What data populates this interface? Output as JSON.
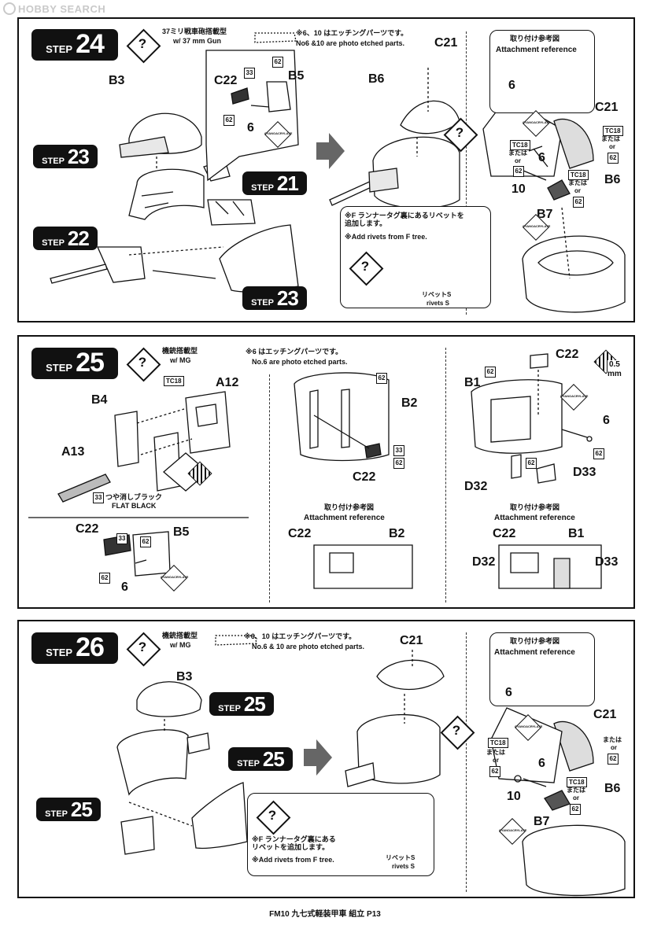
{
  "watermark": "HOBBY SEARCH",
  "footer": "FM10 九七式軽装甲車 組立 P13",
  "step24": {
    "word": "STEP",
    "number": "24",
    "variant_jp": "37ミリ戦車砲搭載型",
    "variant_en": "w/ 37 mm Gun",
    "note_jp": "※6、10 はエッチングパーツです。",
    "note_en": "No6 &10 are photo etched parts.",
    "sub_steps": [
      {
        "word": "STEP",
        "number": "23"
      },
      {
        "word": "STEP",
        "number": "21"
      },
      {
        "word": "STEP",
        "number": "22"
      },
      {
        "word": "STEP",
        "number": "23"
      }
    ],
    "labels": {
      "b3": "B3",
      "c22": "C22",
      "b5": "B5",
      "n6": "6",
      "c21": "C21",
      "b6": "B6",
      "n6b": "6",
      "n10": "10",
      "b7": "B7",
      "c21b": "C21",
      "b6b": "B6",
      "n6c": "6"
    },
    "badges": {
      "n33": "33",
      "n62a": "62",
      "n62b": "62",
      "tc18a": "TC18",
      "tc18b": "TC18",
      "tc18c": "TC18",
      "n62c": "62",
      "n62d": "62",
      "n62e": "62"
    },
    "or_jp": "または",
    "or_en": "or",
    "cyan": "CYANOACRYLATE",
    "rivet_jp": "※F ランナータグ裏にあるリベットを\n追加します。",
    "rivet_en": "※Add rivets from F tree.",
    "rivets_jp": "リベットS",
    "rivets_en": "rivets S",
    "attach_jp": "取り付け参考図",
    "attach_en": "Attachment reference"
  },
  "step25": {
    "word": "STEP",
    "number": "25",
    "variant_jp": "機銃搭載型",
    "variant_en": "w/ MG",
    "note_jp": "※6 はエッチングパーツです。",
    "note_en": "No.6 are photo etched parts.",
    "labels": {
      "b4": "B4",
      "a12": "A12",
      "a13": "A13",
      "c22": "C22",
      "b5": "B5",
      "n6": "6",
      "b2": "B2",
      "c22b": "C22",
      "c22c": "C22",
      "b1": "B1",
      "n6b": "6",
      "d32": "D32",
      "d33": "D33",
      "c22d": "C22",
      "b2b": "B2",
      "c22e": "C22",
      "b1b": "B1",
      "d32b": "D32",
      "d33b": "D33"
    },
    "tc18": "TC18",
    "flat_jp": "つや消しブラック",
    "flat_en": "FLAT BLACK",
    "n33": "33",
    "size": "0.5",
    "size_unit": "mm",
    "badges": {
      "n33a": "33",
      "n62a": "62",
      "n33b": "33",
      "n62b": "62",
      "n62c": "62",
      "n62d": "62",
      "n62e": "62",
      "n62f": "62",
      "n62g": "62"
    },
    "attach_jp": "取り付け参考図",
    "attach_en": "Attachment reference",
    "cyan": "CYANOACRYLATE"
  },
  "step26": {
    "word": "STEP",
    "number": "26",
    "variant_jp": "機銃搭載型",
    "variant_en": "w/ MG",
    "note_jp": "※6、10 はエッチングパーツです。",
    "note_en": "No.6 & 10 are photo etched parts.",
    "sub_steps": [
      {
        "word": "STEP",
        "number": "25"
      },
      {
        "word": "STEP",
        "number": "25"
      },
      {
        "word": "STEP",
        "number": "25"
      }
    ],
    "labels": {
      "b3": "B3",
      "c21": "C21",
      "n6": "6",
      "c21b": "C21",
      "b6": "B6",
      "n6b": "6",
      "n10": "10",
      "b7": "B7"
    },
    "badges": {
      "tc18a": "TC18",
      "tc18b": "TC18",
      "n62a": "62",
      "n62b": "62",
      "n62c": "62"
    },
    "or_jp": "または",
    "or_en": "or",
    "rivet_jp": "※F ランナータグ裏にある\nリベットを追加します。",
    "rivet_en": "※Add rivets from F tree.",
    "rivets_jp": "リベットS",
    "rivets_en": "rivets S",
    "attach_jp": "取り付け参考図",
    "attach_en": "Attachment reference",
    "cyan": "CYANOACRYLATE"
  }
}
